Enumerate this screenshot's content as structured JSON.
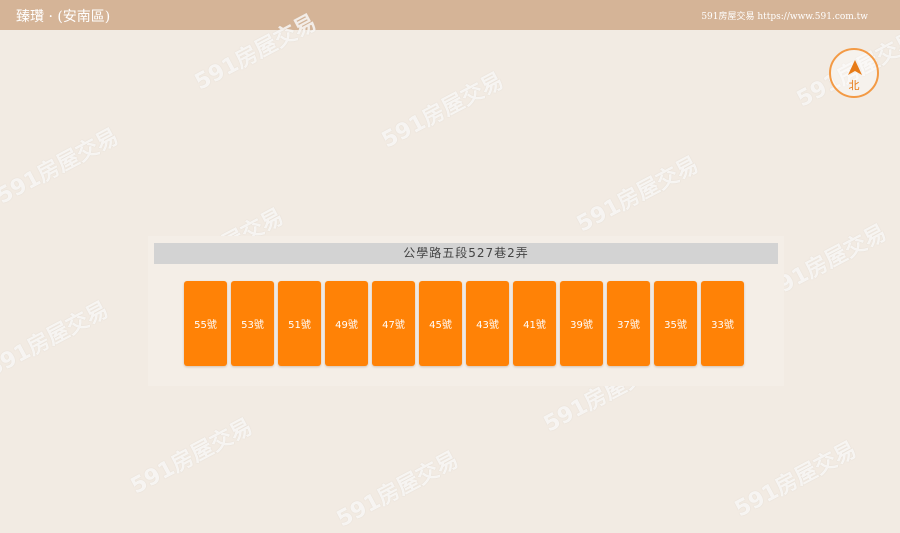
{
  "header": {
    "title": "臻瓚 · (安南區)",
    "site_text": "591房屋交易 https://www.591.com.tw"
  },
  "compass": {
    "label": "北"
  },
  "street": {
    "name": "公學路五段527巷2弄"
  },
  "units": [
    "55號",
    "53號",
    "51號",
    "49號",
    "47號",
    "45號",
    "43號",
    "41號",
    "39號",
    "37號",
    "35號",
    "33號"
  ],
  "watermark": "591房屋交易",
  "colors": {
    "header_bg": "#d5b497",
    "unit": "#ff8206",
    "compass": "#f39a45",
    "street_bar": "#d3d3d3",
    "background": "#f2ebe3"
  }
}
